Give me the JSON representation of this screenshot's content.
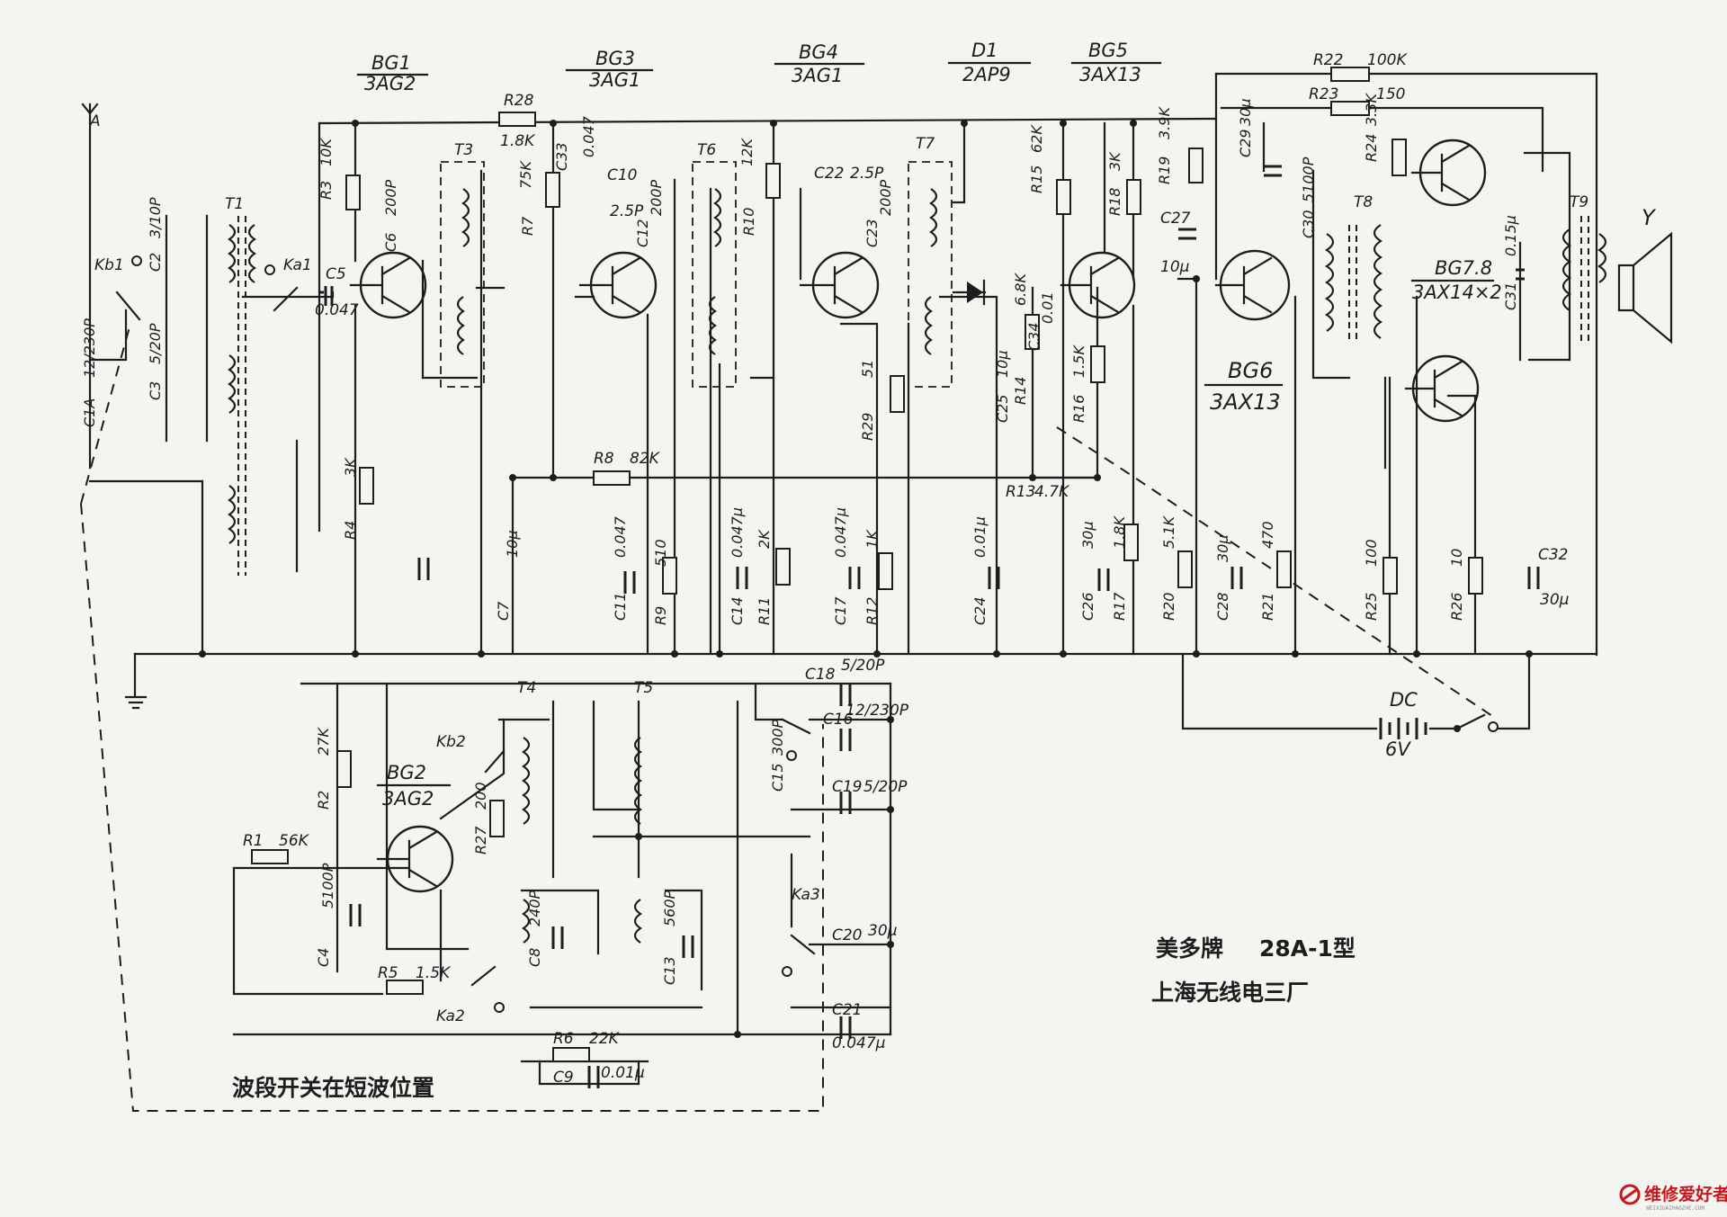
{
  "diagram": {
    "antenna_label": "A",
    "header_labels": [
      {
        "name": "BG1",
        "type": "3AG2"
      },
      {
        "name": "BG3",
        "type": "3AG1"
      },
      {
        "name": "BG4",
        "type": "3AG1"
      },
      {
        "name": "D1",
        "type": "2AP9"
      },
      {
        "name": "BG5",
        "type": "3AX13"
      }
    ],
    "stage_labels": {
      "bg6_name": "BG6",
      "bg6_type": "3AX13",
      "bg78_name": "BG7.8",
      "bg78_type": "3AX14×2",
      "bg2_name": "BG2",
      "bg2_type": "3AG2"
    },
    "resistors": {
      "r28": "R28",
      "r28_val": "1.8K",
      "r22": "R22",
      "r22_val": "100K",
      "r23": "R23",
      "r23_val": "150",
      "r3": "R3",
      "r3_val": "10K",
      "r7": "R7",
      "r7_val": "75K",
      "r10": "R10",
      "r10_val": "12K",
      "r15": "R15",
      "r15_val": "62K",
      "r18": "R18",
      "r18_val": "3K",
      "r19": "R19",
      "r19_val": "3.9K",
      "r24": "R24",
      "r24_val": "3.3K",
      "r4": "R4",
      "r4_val": "3K",
      "r8": "R8",
      "r8_val": "82K",
      "r9": "R9",
      "r9_val": "510",
      "r11": "R11",
      "r11_val": "2K",
      "r12": "R12",
      "r12_val": "1K",
      "r29": "R29",
      "r29_val": "51",
      "r14": "R14",
      "r14_val": "6.8K",
      "r16": "R16",
      "r16_val": "1.5K",
      "r13": "R13",
      "r13_val": "4.7K",
      "r17": "R17",
      "r17_val": "1.8K",
      "r20": "R20",
      "r20_val": "5.1K",
      "r21": "R21",
      "r21_val": "470",
      "r25": "R25",
      "r25_val": "100",
      "r26": "R26",
      "r26_val": "10",
      "r2": "R2",
      "r2_val": "27K",
      "r1": "R1",
      "r1_val": "56K",
      "r27": "R27",
      "r27_val": "200",
      "r5": "R5",
      "r5_val": "1.5K",
      "r6": "R6",
      "r6_val": "22K"
    },
    "capacitors": {
      "c1a": "C1A",
      "c1a_val": "12/230P",
      "c2": "C2",
      "c2_val": "3/10P",
      "c3": "C3",
      "c3_val": "5/20P",
      "c5": "C5",
      "c5_val": "0.047",
      "c6": "C6",
      "c6_val": "200P",
      "c33": "C33",
      "c33_val": "0.047",
      "c10": "C10",
      "c10_val": "2.5P",
      "c12": "C12",
      "c12_val": "200P",
      "c22": "C22",
      "c22_val": "2.5P",
      "c23": "C23",
      "c23_val": "200P",
      "c34": "C34",
      "c34_val": "0.01",
      "c27": "C27",
      "c27_val": "10μ",
      "c29": "C29",
      "c29_val": "30μ",
      "c30": "C30",
      "c30_val": "5100P",
      "c31": "C31",
      "c31_val": "0.15μ",
      "c25": "C25",
      "c25_val": "10μ",
      "c7": "C7",
      "c7_val": "10μ",
      "c11": "C11",
      "c11_val": "0.047",
      "c14": "C14",
      "c14_val": "0.047μ",
      "c17": "C17",
      "c17_val": "0.047μ",
      "c24": "C24",
      "c24_val": "0.01μ",
      "c26": "C26",
      "c26_val": "30μ",
      "c28": "C28",
      "c28_val": "30μ",
      "c32": "C32",
      "c32_val": "30μ",
      "c18": "C18",
      "c18_val": "5/20P",
      "c16": "C16",
      "c16_val": "12/230P",
      "c15": "C15",
      "c15_val": "300P",
      "c19": "C19",
      "c19_val": "5/20P",
      "c4": "C4",
      "c4_val": "5100P",
      "c8": "C8",
      "c8_val": "240P",
      "c13": "C13",
      "c13_val": "560P",
      "c20": "C20",
      "c20_val": "30μ",
      "c21": "C21",
      "c21_val": "0.047μ",
      "c9": "C9",
      "c9_val": "0.01μ"
    },
    "transformers": {
      "t1": "T1",
      "t3": "T3",
      "t6": "T6",
      "t7": "T7",
      "t8": "T8",
      "t9": "T9",
      "t4": "T4",
      "t5": "T5"
    },
    "switches": {
      "kb1": "Kb1",
      "ka1": "Ka1",
      "kb2": "Kb2",
      "ka2": "Ka2",
      "ka3": "Ka3"
    },
    "speaker_label": "Y",
    "battery_label": "DC",
    "battery_voltage": "6V",
    "title_brand": "美多牌",
    "title_model": "28A-1型",
    "title_factory": "上海无线电三厂",
    "footer_note": "波段开关在短波位置",
    "watermark_text": "维修爱好者",
    "watermark_sub": "WEIXIUAIHAOZHE.COM"
  }
}
